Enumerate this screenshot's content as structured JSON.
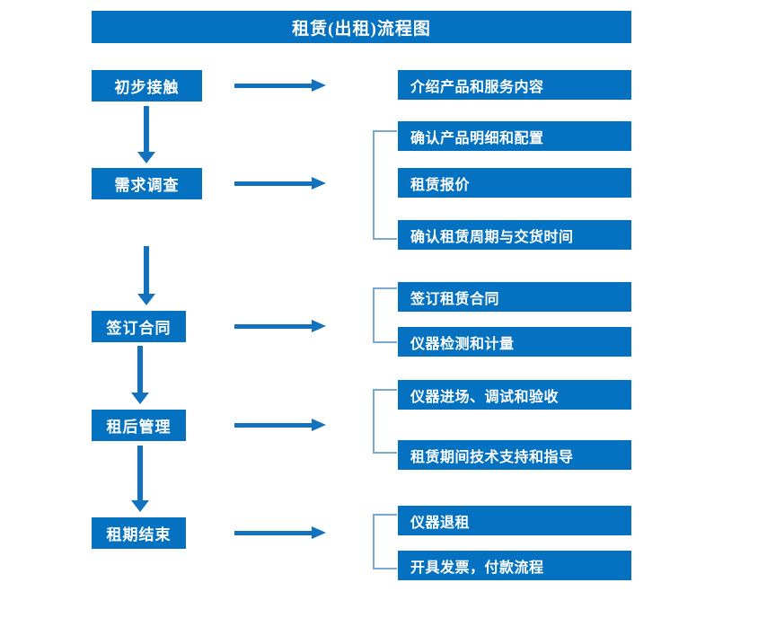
{
  "header": {
    "title": "租赁(出租)流程图"
  },
  "colors": {
    "box_blue": "#0571c1",
    "arrow_blue": "#1272bd",
    "bracket_blue": "#7aa8d4",
    "text_white": "#ffffff",
    "background": "#ffffff"
  },
  "flow": {
    "stages": [
      {
        "label": "初步接触"
      },
      {
        "label": "需求调查"
      },
      {
        "label": "签订合同"
      },
      {
        "label": "租后管理"
      },
      {
        "label": "租期结束"
      }
    ],
    "details": [
      {
        "label": "介绍产品和服务内容"
      },
      {
        "label": "确认产品明细和配置"
      },
      {
        "label": "租赁报价"
      },
      {
        "label": "确认租赁周期与交货时间"
      },
      {
        "label": "签订租赁合同"
      },
      {
        "label": "仪器检测和计量"
      },
      {
        "label": "仪器进场、调试和验收"
      },
      {
        "label": "租赁期间技术支持和指导"
      },
      {
        "label": "仪器退租"
      },
      {
        "label": "开具发票，付款流程"
      }
    ],
    "groups": [
      {
        "stage": "初步接触",
        "items": [
          "介绍产品和服务内容"
        ],
        "bracket": false
      },
      {
        "stage": "需求调查",
        "items": [
          "确认产品明细和配置",
          "租赁报价",
          "确认租赁周期与交货时间"
        ],
        "bracket": true
      },
      {
        "stage": "签订合同",
        "items": [
          "签订租赁合同",
          "仪器检测和计量"
        ],
        "bracket": true
      },
      {
        "stage": "租后管理",
        "items": [
          "仪器进场、调试和验收",
          "租赁期间技术支持和指导"
        ],
        "bracket": true
      },
      {
        "stage": "租期结束",
        "items": [
          "仪器退租",
          "开具发票，付款流程"
        ],
        "bracket": true
      }
    ],
    "connectors": {
      "horizontal_arrow_count": 5,
      "vertical_arrow_count": 4,
      "bracket_count": 4
    }
  }
}
